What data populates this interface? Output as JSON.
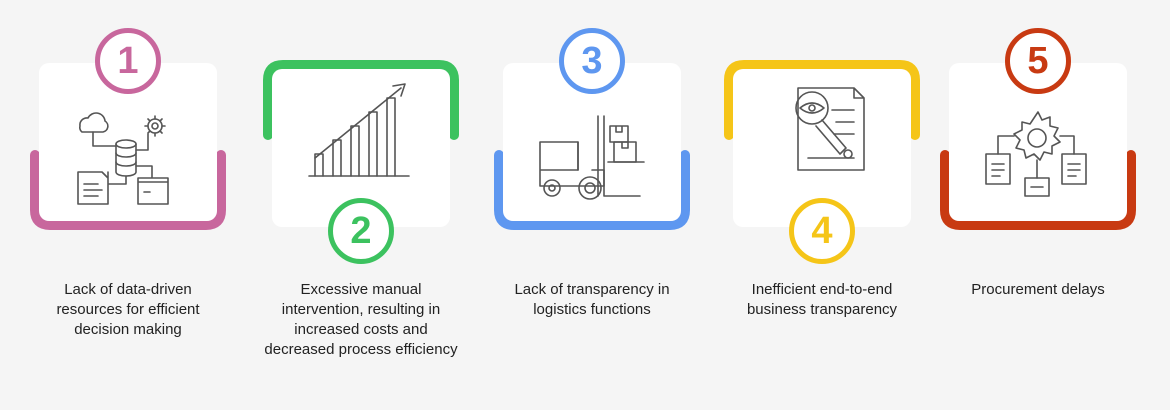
{
  "steps": [
    {
      "number": "1",
      "color": "#c8679d",
      "icon": "data-infrastructure-icon",
      "caption": "Lack of data-driven resources for efficient decision making"
    },
    {
      "number": "2",
      "color": "#3cc25f",
      "icon": "growth-chart-icon",
      "caption": "Excessive manual intervention, resulting in increased costs and decreased process efficiency"
    },
    {
      "number": "3",
      "color": "#5e97f0",
      "icon": "forklift-icon",
      "caption": "Lack of transparency in logistics functions"
    },
    {
      "number": "4",
      "color": "#f5c518",
      "icon": "document-inspection-icon",
      "caption": "Inefficient end-to-end business transparency"
    },
    {
      "number": "5",
      "color": "#c83a12",
      "icon": "process-gear-icon",
      "caption": "Procurement delays"
    }
  ]
}
